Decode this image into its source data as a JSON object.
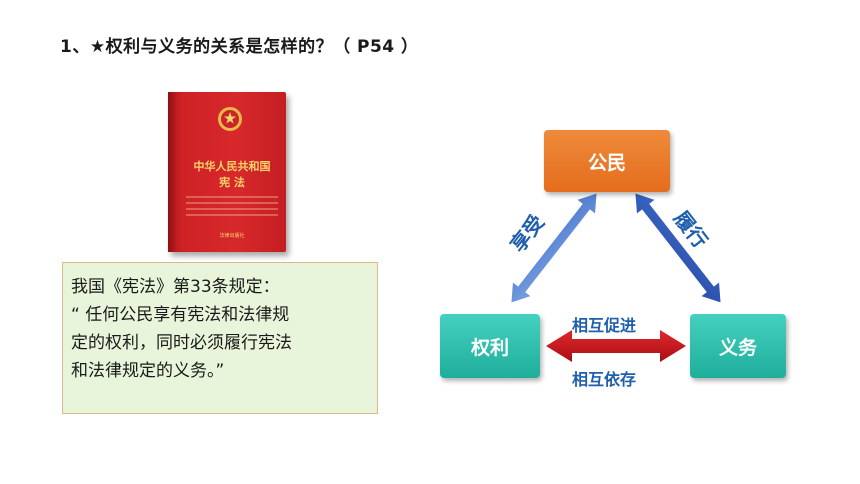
{
  "title": "1、★权利与义务的关系是怎样的？（ P54 ）",
  "book": {
    "title_line1": "中华人民共和国",
    "title_line2": "宪 法",
    "publisher": "法律出版社",
    "cover_color": "#d7282b",
    "text_color": "#f6d36b"
  },
  "quote": {
    "line1": "我国《宪法》第33条规定：",
    "line2": "“ 任何公民享有宪法和法律规",
    "line3": "定的权利，同时必须履行宪法",
    "line4": "和法律规定的义务。”",
    "background": "#e8f5da"
  },
  "diagram": {
    "citizen": "公民",
    "rights": "权利",
    "duties": "义务",
    "enjoy": "享受",
    "fulfill": "履行",
    "promote": "相互促进",
    "depend": "相互依存",
    "colors": {
      "citizen_box": "#e46d1c",
      "rights_duties_box": "#1fae9b",
      "arrow_left": "#5b86d6",
      "arrow_right": "#2f58b8",
      "arrow_middle": "#c4141a",
      "label": "#1f5fae"
    }
  }
}
